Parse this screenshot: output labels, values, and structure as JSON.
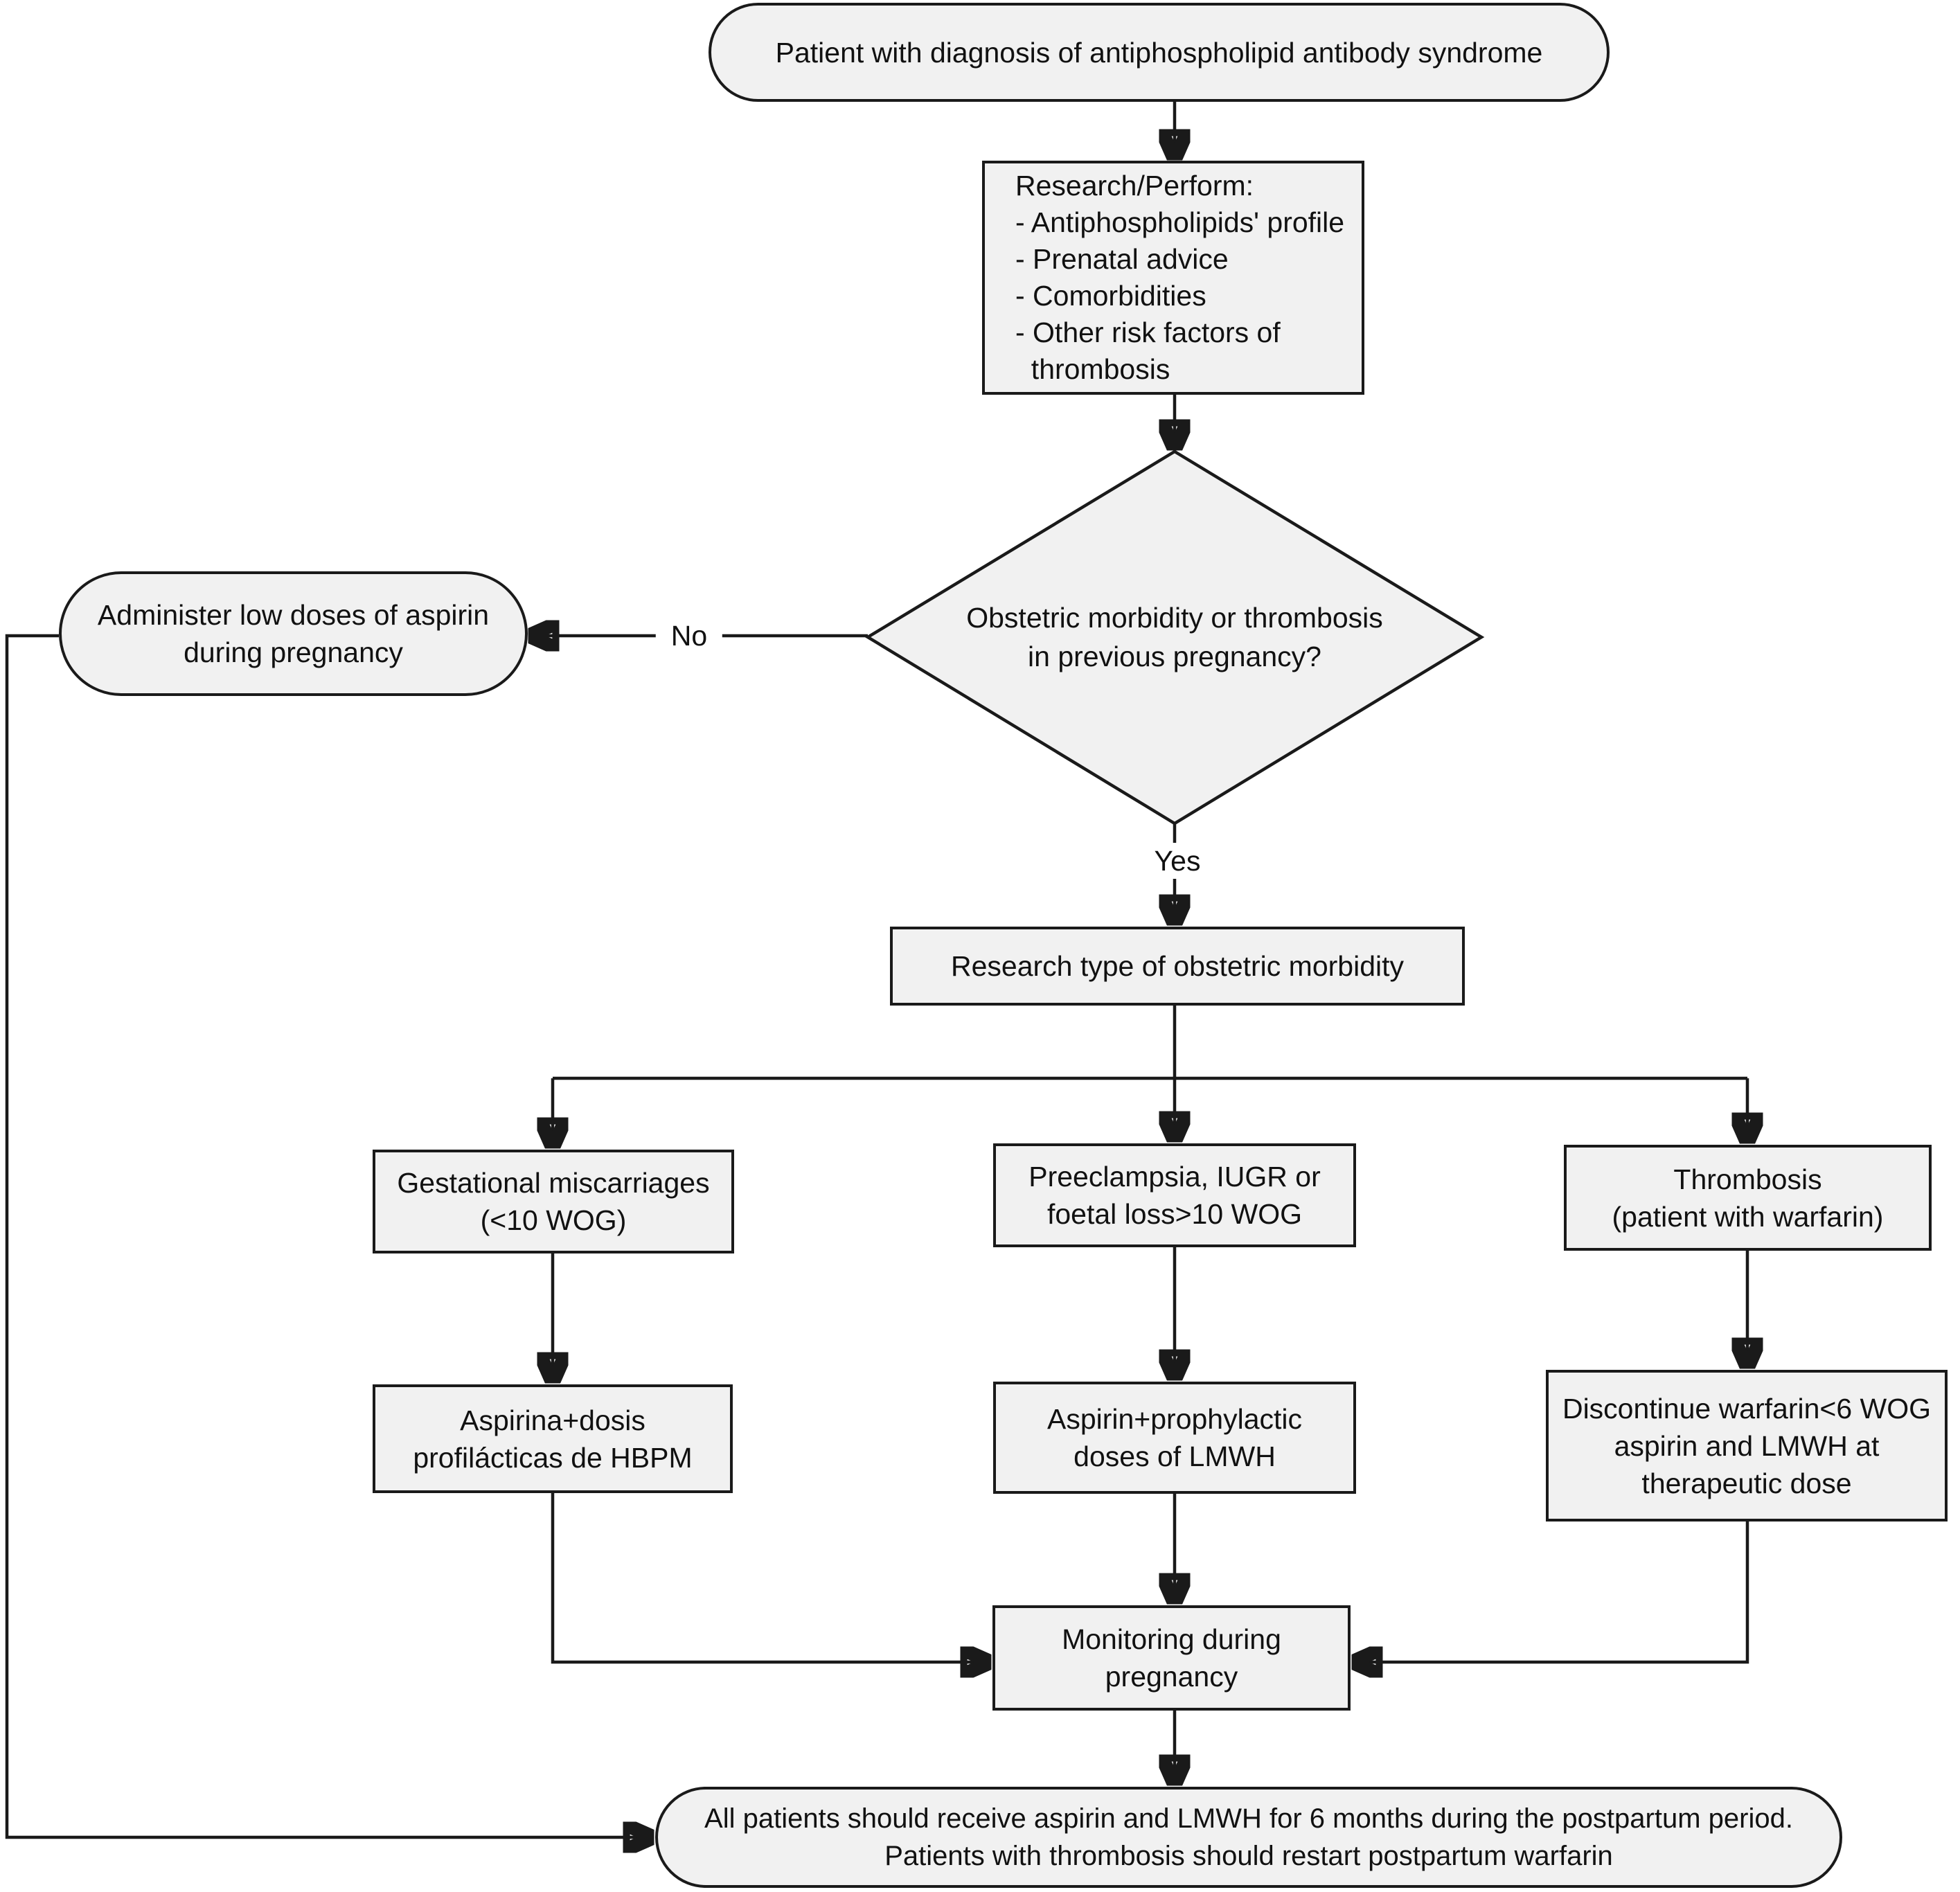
{
  "diagram": {
    "title": "Antiphospholipid antibody syndrome pregnancy management flowchart",
    "colors": {
      "node_fill": "#f1f1f1",
      "node_border": "#1a1a1a",
      "line": "#1a1a1a",
      "text": "#111111",
      "background": "#ffffff"
    },
    "nodes": {
      "patient": {
        "text": "Patient with diagnosis of antiphospholipid antibody syndrome"
      },
      "research": {
        "lines": [
          "Research/Perform:",
          "- Antiphospholipids' profile",
          "- Prenatal advice",
          "- Comorbidities",
          "- Other risk factors of",
          "  thrombosis"
        ]
      },
      "decision": {
        "lines": [
          "Obstetric morbidity or thrombosis",
          "in previous pregnancy?"
        ]
      },
      "aspirin": {
        "lines": [
          "Administer low doses of aspirin",
          "during pregnancy"
        ]
      },
      "research_type": {
        "text": "Research type of obstetric morbidity"
      },
      "miscarriages": {
        "lines": [
          "Gestational miscarriages",
          "(<10 WOG)"
        ]
      },
      "preeclampsia": {
        "lines": [
          "Preeclampsia, IUGR or",
          "foetal loss>10 WOG"
        ]
      },
      "thrombosis": {
        "lines": [
          "Thrombosis",
          "(patient with warfarin)"
        ]
      },
      "aspirina_hbpm": {
        "lines": [
          "Aspirina+dosis",
          "profilácticas de HBPM"
        ]
      },
      "aspirin_lmwh": {
        "lines": [
          "Aspirin+prophylactic",
          "doses of LMWH"
        ]
      },
      "warfarin": {
        "lines": [
          "Discontinue warfarin<6 WOG",
          "aspirin and LMWH at",
          "therapeutic dose"
        ]
      },
      "monitoring": {
        "lines": [
          "Monitoring during",
          "pregnancy"
        ]
      },
      "postpartum": {
        "lines": [
          "All patients should receive aspirin and LMWH for 6 months during the postpartum period.",
          "Patients with thrombosis should restart postpartum warfarin"
        ]
      }
    },
    "edge_labels": {
      "no": "No",
      "yes": "Yes"
    }
  }
}
